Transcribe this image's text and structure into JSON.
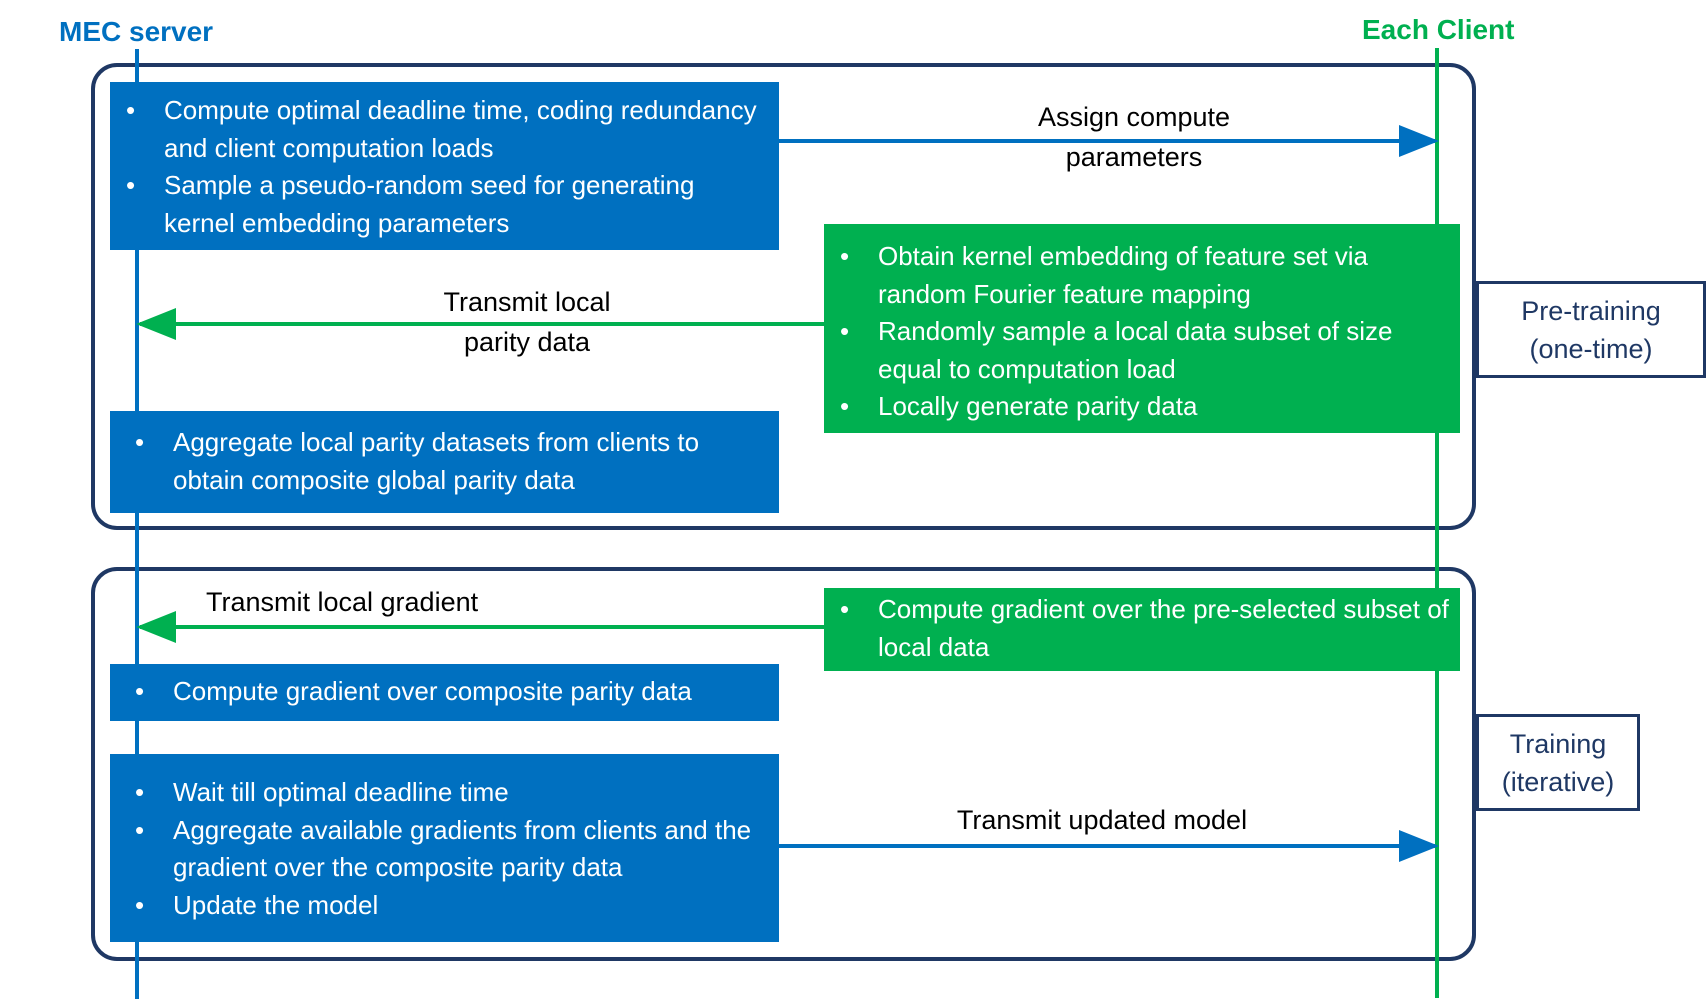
{
  "server_label": "MEC server",
  "client_label": "Each Client",
  "colors": {
    "server": "#0070C0",
    "client": "#00B050",
    "frame": "#1F3864"
  },
  "pretraining": {
    "phase_label": [
      "Pre-training",
      "(one-time)"
    ],
    "server_box1": [
      "Compute optimal deadline time, coding redundancy and client computation loads",
      "Sample a pseudo-random seed for generating kernel embedding parameters"
    ],
    "arrow_assign": [
      "Assign compute",
      "parameters"
    ],
    "client_box": [
      "Obtain kernel embedding of feature set via random Fourier feature mapping",
      "Randomly sample a local data subset of size equal to computation load",
      "Locally generate parity data"
    ],
    "arrow_parity": [
      "Transmit local",
      "parity data"
    ],
    "server_box2": [
      "Aggregate local parity datasets from clients to obtain composite global parity data"
    ]
  },
  "training": {
    "phase_label": [
      "Training",
      "(iterative)"
    ],
    "arrow_gradient": "Transmit local gradient",
    "client_box": [
      "Compute gradient over the pre-selected subset of local data"
    ],
    "server_box1": [
      "Compute gradient over composite parity data"
    ],
    "server_box2": [
      "Wait till optimal deadline time",
      "Aggregate available gradients from clients and the gradient over the composite parity data",
      "Update the model"
    ],
    "arrow_model": "Transmit updated model"
  }
}
